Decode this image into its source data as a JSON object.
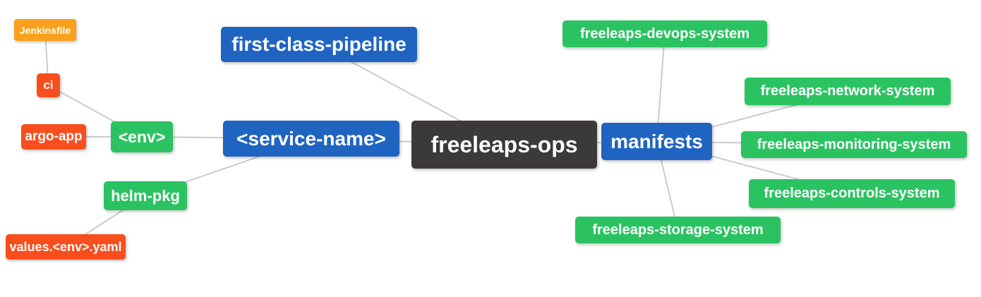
{
  "diagram": {
    "type": "mindmap",
    "root_label": "freeleaps-ops"
  },
  "palette": {
    "root_node": "#3B3939",
    "branch_blue": "#2064C1",
    "green": "#2BC362",
    "red_orange": "#F84E1D",
    "orange": "#F9A11D",
    "edge_line": "#CCCCCC",
    "node_text": "#FFFFFF",
    "background": "#FFFFFF"
  },
  "nodes": {
    "freeleaps-ops": {
      "label": "freeleaps-ops",
      "color": "#3B3939"
    },
    "first-class-pipeline": {
      "label": "first-class-pipeline",
      "color": "#2064C1"
    },
    "service-name": {
      "label": "<service-name>",
      "color": "#2064C1"
    },
    "manifests": {
      "label": "manifests",
      "color": "#2064C1"
    },
    "env": {
      "label": "<env>",
      "color": "#2BC362"
    },
    "helm-pkg": {
      "label": "helm-pkg",
      "color": "#2BC362"
    },
    "ci": {
      "label": "ci",
      "color": "#F84E1D"
    },
    "argo-app": {
      "label": "argo-app",
      "color": "#F84E1D"
    },
    "jenkinsfile": {
      "label": "Jenkinsfile",
      "color": "#F9A11D"
    },
    "values-env-yaml": {
      "label": "values.<env>.yaml",
      "color": "#F84E1D"
    },
    "devops-system": {
      "label": "freeleaps-devops-system",
      "color": "#2BC362"
    },
    "network-system": {
      "label": "freeleaps-network-system",
      "color": "#2BC362"
    },
    "monitoring-system": {
      "label": "freeleaps-monitoring-system",
      "color": "#2BC362"
    },
    "controls-system": {
      "label": "freeleaps-controls-system",
      "color": "#2BC362"
    },
    "storage-system": {
      "label": "freeleaps-storage-system",
      "color": "#2BC362"
    }
  },
  "edges": [
    [
      "jenkinsfile",
      "ci"
    ],
    [
      "ci",
      "env"
    ],
    [
      "argo-app",
      "env"
    ],
    [
      "env",
      "service-name"
    ],
    [
      "service-name",
      "helm-pkg"
    ],
    [
      "helm-pkg",
      "values-env-yaml"
    ],
    [
      "first-class-pipeline",
      "freeleaps-ops"
    ],
    [
      "service-name",
      "freeleaps-ops"
    ],
    [
      "freeleaps-ops",
      "manifests"
    ],
    [
      "manifests",
      "devops-system"
    ],
    [
      "manifests",
      "network-system"
    ],
    [
      "manifests",
      "monitoring-system"
    ],
    [
      "manifests",
      "controls-system"
    ],
    [
      "manifests",
      "storage-system"
    ]
  ]
}
